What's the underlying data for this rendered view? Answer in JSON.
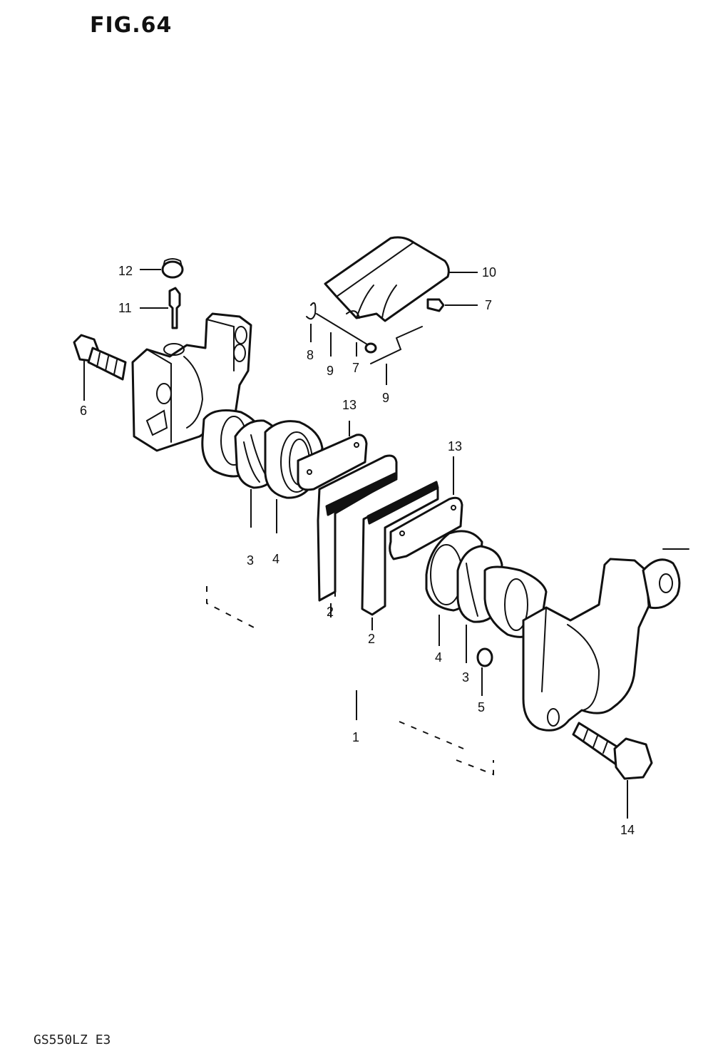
{
  "figure": {
    "title": "FIG.64",
    "model_code": "GS550LZ E3"
  },
  "callouts": [
    {
      "id": "c1",
      "number": "1"
    },
    {
      "id": "c2a",
      "number": "2"
    },
    {
      "id": "c2b",
      "number": "2"
    },
    {
      "id": "c3a",
      "number": "3"
    },
    {
      "id": "c3b",
      "number": "3"
    },
    {
      "id": "c4a",
      "number": "4"
    },
    {
      "id": "c4b",
      "number": "4"
    },
    {
      "id": "c5",
      "number": "5"
    },
    {
      "id": "c6",
      "number": "6"
    },
    {
      "id": "c7a",
      "number": "7"
    },
    {
      "id": "c7b",
      "number": "7"
    },
    {
      "id": "c8",
      "number": "8"
    },
    {
      "id": "c9a",
      "number": "9"
    },
    {
      "id": "c9b",
      "number": "9"
    },
    {
      "id": "c10",
      "number": "10"
    },
    {
      "id": "c11",
      "number": "11"
    },
    {
      "id": "c12",
      "number": "12"
    },
    {
      "id": "c13a",
      "number": "13"
    },
    {
      "id": "c13b",
      "number": "13"
    },
    {
      "id": "c14",
      "number": "14"
    }
  ]
}
